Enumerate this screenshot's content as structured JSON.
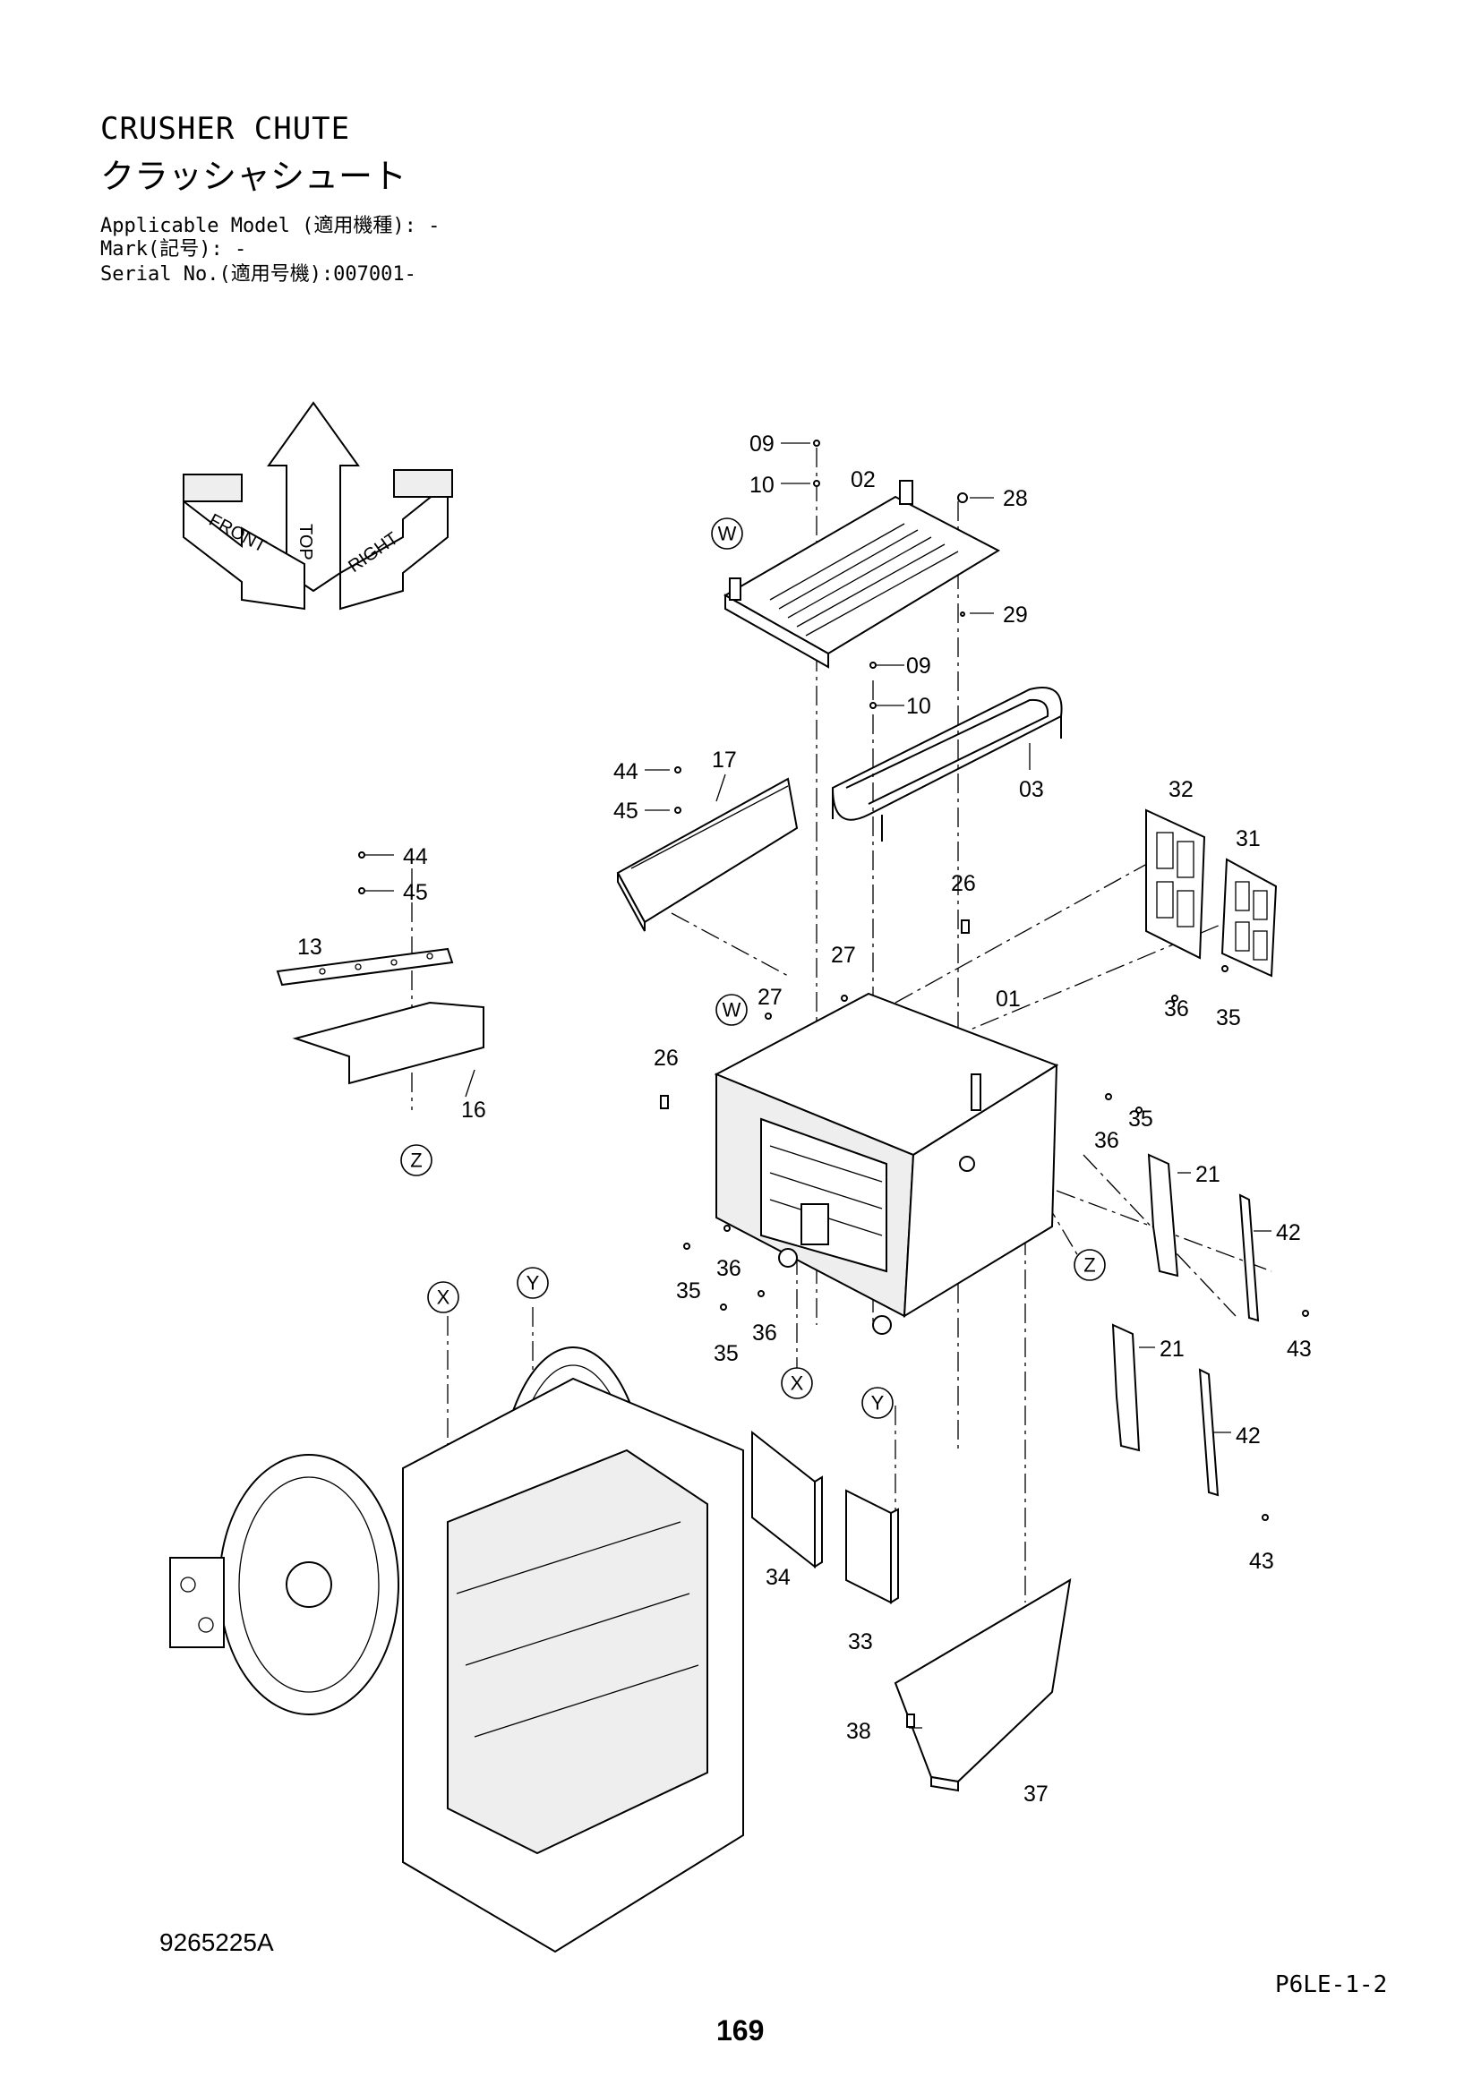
{
  "header": {
    "title_en": "CRUSHER CHUTE",
    "title_jp": "クラッシャシュート",
    "applicable_model": "Applicable Model (適用機種): -",
    "mark": "Mark(記号): -",
    "serial": "Serial No.(適用号機):007001-"
  },
  "orientation": {
    "top": "TOP",
    "front": "FRONT",
    "right": "RIGHT"
  },
  "callouts": {
    "c09a": "09",
    "c10a": "10",
    "c02": "02",
    "c28": "28",
    "c29": "29",
    "c09b": "09",
    "c10b": "10",
    "c03": "03",
    "c44a": "44",
    "c45a": "45",
    "c17": "17",
    "c32": "32",
    "c31": "31",
    "c44b": "44",
    "c45b": "45",
    "c26a": "26",
    "c26b": "26",
    "c13": "13",
    "c27a": "27",
    "c27b": "27",
    "c01": "01",
    "c35a": "35",
    "c36a": "36",
    "c35b": "35",
    "c36b": "36",
    "c16": "16",
    "c21a": "21",
    "c42a": "42",
    "c36c": "36",
    "c35c": "35",
    "c36d": "36",
    "c35d": "35",
    "c43a": "43",
    "c21b": "21",
    "c42b": "42",
    "c43b": "43",
    "c34": "34",
    "c33": "33",
    "c38": "38",
    "c37": "37"
  },
  "refs": {
    "w1": "W",
    "w2": "W",
    "z1": "Z",
    "z2": "Z",
    "x1": "X",
    "x2": "X",
    "y1": "Y",
    "y2": "Y"
  },
  "footer": {
    "drawing_no": "9265225A",
    "page_code": "P6LE-1-2",
    "page_number": "169"
  }
}
